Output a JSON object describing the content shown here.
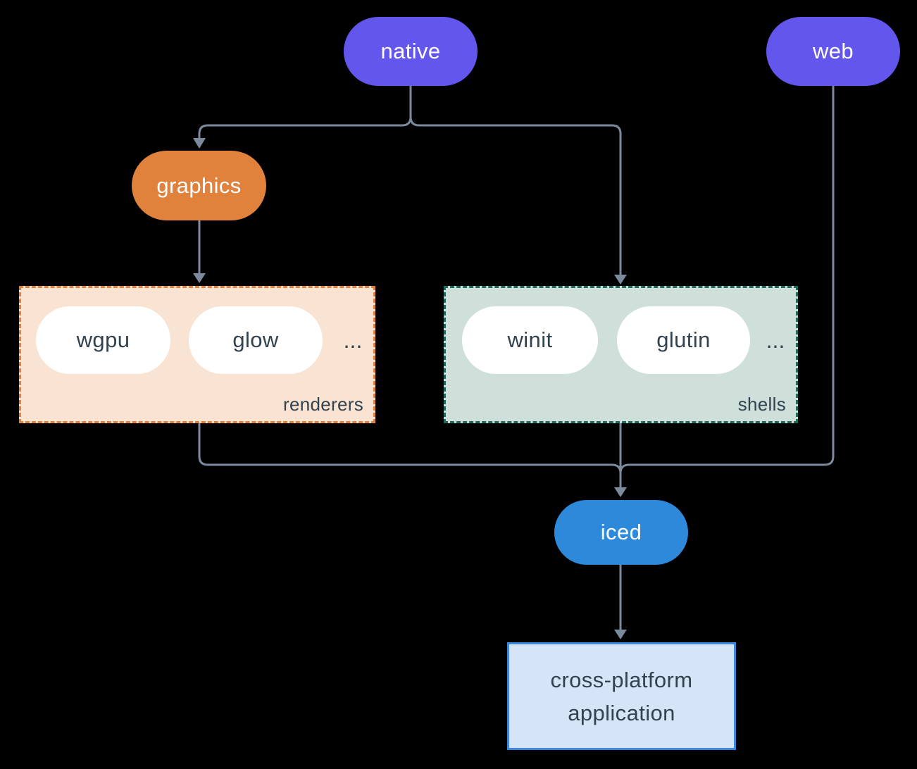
{
  "colors": {
    "background": "#000000",
    "node-purple": "#6356ec",
    "node-orange": "#e0813c",
    "node-blue": "#2e89da",
    "renderers-fill": "#f9e3d2",
    "renderers-border": "#e0813c",
    "shells-fill": "#cfe0da",
    "shells-border": "#20695c",
    "app-fill": "#d5e5f7",
    "app-border": "#3b87dd",
    "line": "#7b8a9d",
    "dark-text": "#33424f",
    "light-text": "#ffffff"
  },
  "nodes": {
    "native": "native",
    "web": "web",
    "graphics": "graphics",
    "iced": "iced"
  },
  "groups": {
    "renderers": {
      "label": "renderers",
      "items": [
        "wgpu",
        "glow"
      ],
      "ellipsis": "..."
    },
    "shells": {
      "label": "shells",
      "items": [
        "winit",
        "glutin"
      ],
      "ellipsis": "..."
    }
  },
  "app": {
    "lines": [
      "cross-platform",
      "application"
    ]
  }
}
